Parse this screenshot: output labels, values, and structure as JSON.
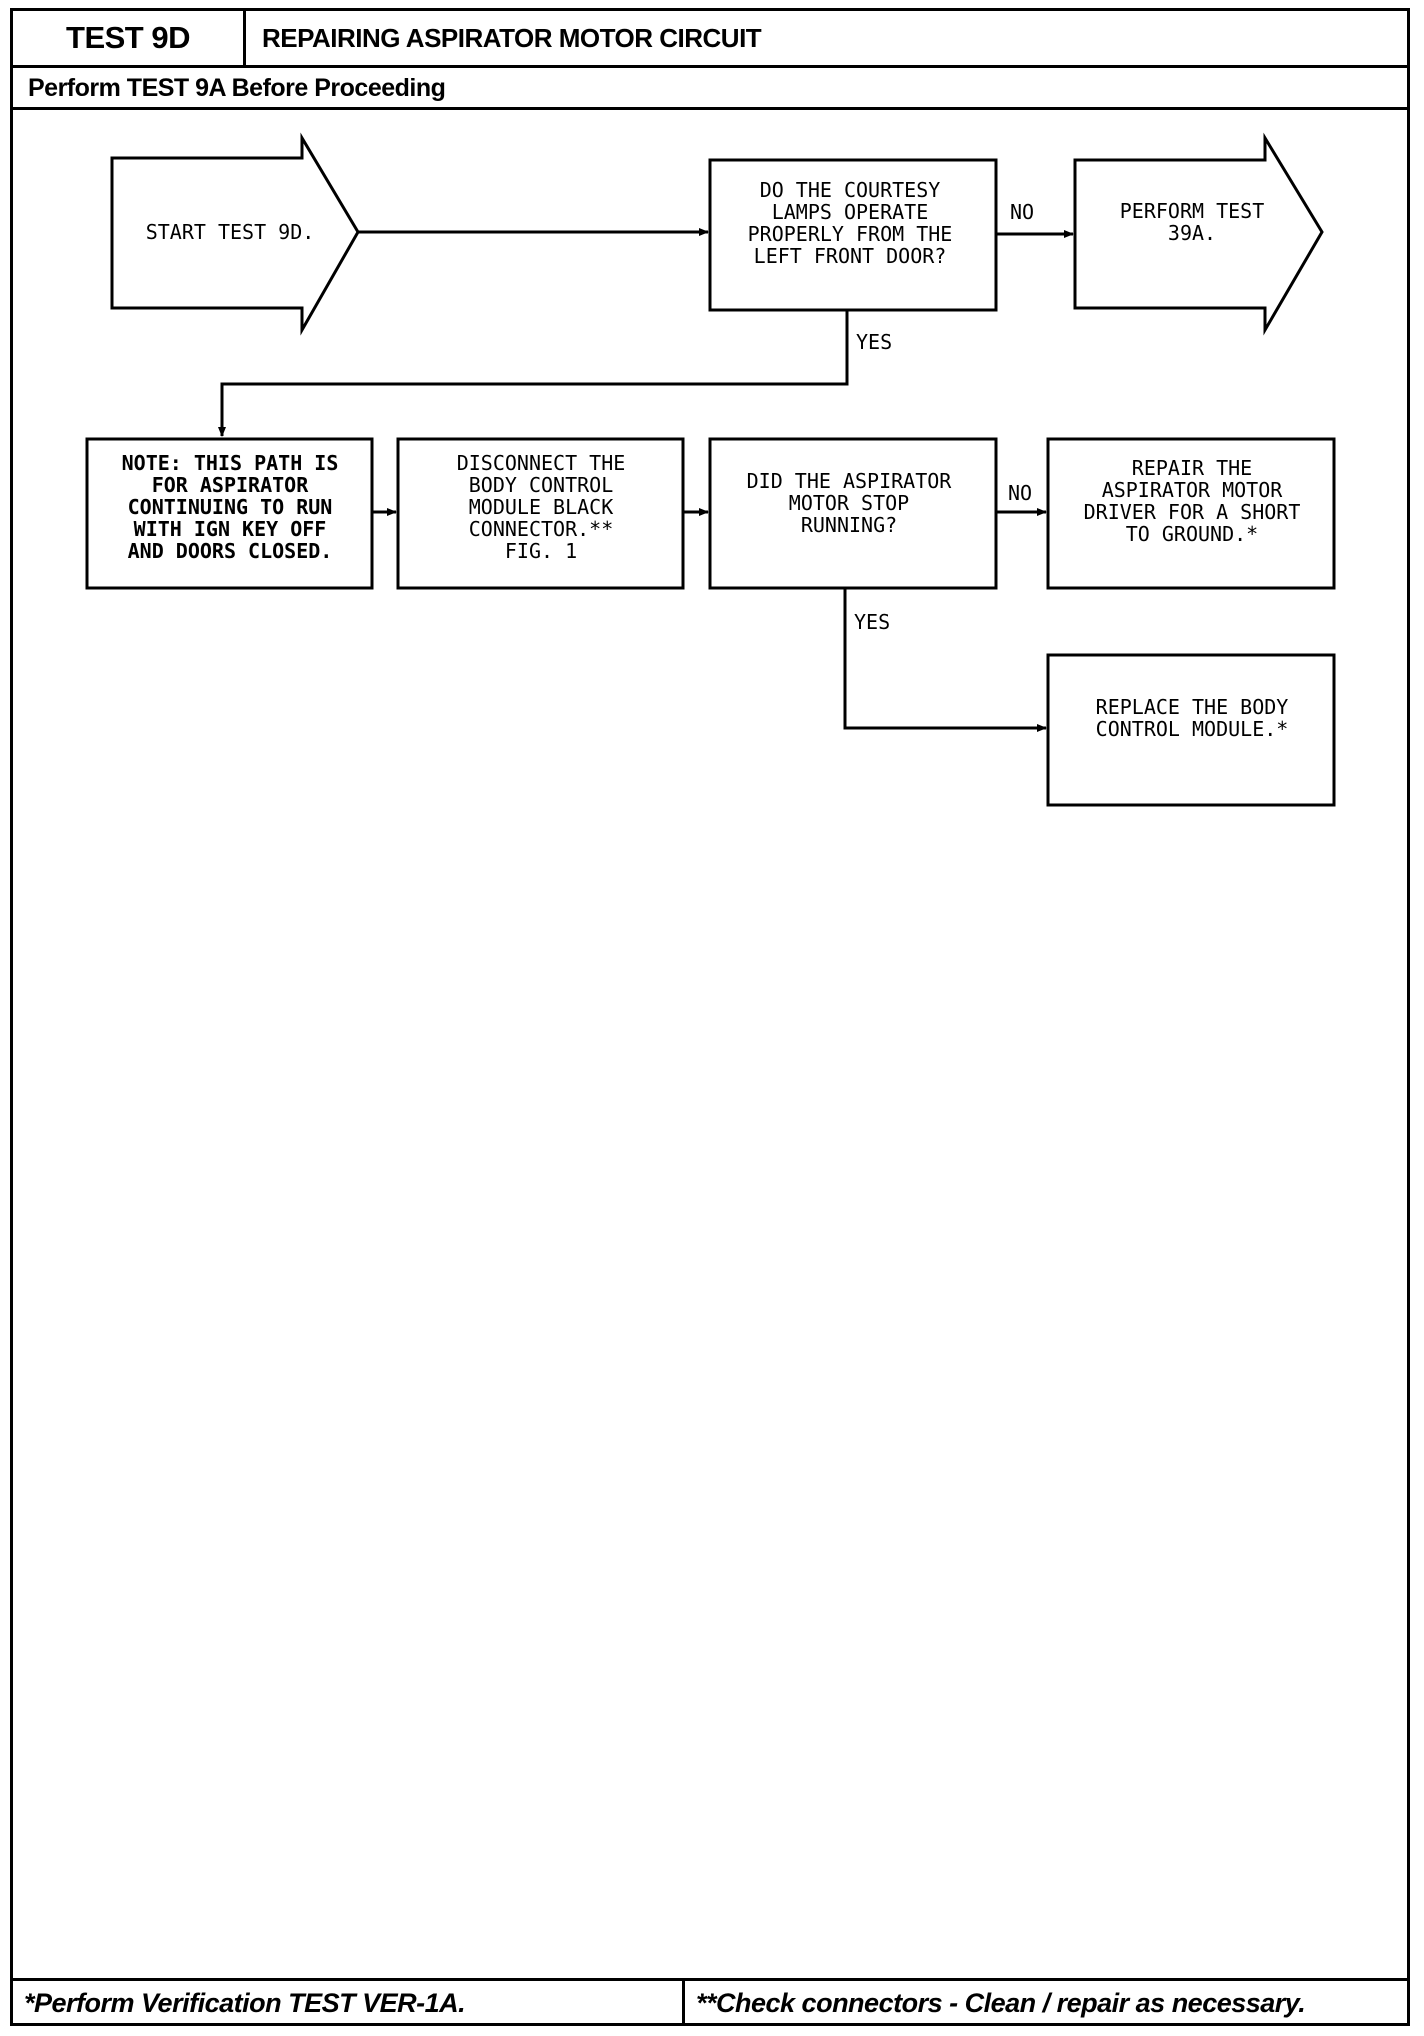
{
  "header": {
    "test_id": "TEST 9D",
    "title": "REPAIRING ASPIRATOR MOTOR CIRCUIT",
    "prerequisite": "Perform TEST 9A Before Proceeding"
  },
  "flow": {
    "start": [
      "START TEST 9D."
    ],
    "q1": [
      "DO THE COURTESY",
      "LAMPS OPERATE",
      "PROPERLY FROM THE",
      "LEFT FRONT DOOR?"
    ],
    "q1_no_label": "NO",
    "q1_yes_label": "YES",
    "perform_39a": [
      "PERFORM TEST",
      "39A."
    ],
    "note": [
      "NOTE: THIS PATH IS",
      "FOR ASPIRATOR",
      "CONTINUING TO RUN",
      "WITH IGN KEY OFF",
      "AND DOORS CLOSED."
    ],
    "disconnect": [
      "DISCONNECT THE",
      "BODY CONTROL",
      "MODULE BLACK",
      "CONNECTOR.**",
      "FIG. 1"
    ],
    "q2": [
      "DID THE ASPIRATOR",
      "MOTOR STOP",
      "RUNNING?"
    ],
    "q2_no_label": "NO",
    "q2_yes_label": "YES",
    "repair": [
      "REPAIR THE",
      "ASPIRATOR MOTOR",
      "DRIVER FOR A SHORT",
      "TO GROUND.*"
    ],
    "replace": [
      "REPLACE THE BODY",
      "CONTROL MODULE.*"
    ]
  },
  "footer": {
    "left": "*Perform Verification TEST VER-1A.",
    "right": "**Check connectors - Clean / repair as necessary."
  }
}
